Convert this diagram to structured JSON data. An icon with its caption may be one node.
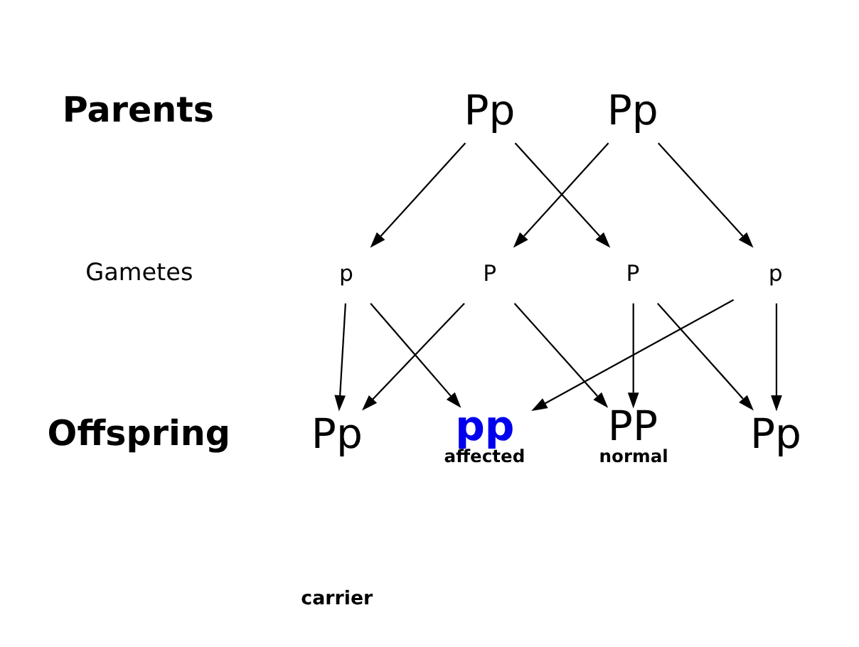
{
  "diagram": {
    "nodes": [
      {
        "text": [
          "Pp"
        ]
      },
      {
        "text": [
          "Pp"
        ]
      },
      {
        "text": [
          "P"
        ]
      },
      {
        "text": [
          "p"
        ]
      },
      {
        "text": [
          "P"
        ]
      },
      {
        "text": [
          "p"
        ]
      },
      {
        "text": [
          "PP"
        ],
        "beside": [
          "normal"
        ]
      },
      {
        "text": [
          "Pp"
        ]
      },
      {
        "text": [
          "Pp"
        ]
      },
      {
        "text": [
          "pp"
        ],
        "beside": [
          "affected"
        ]
      }
    ],
    "edges": [
      {
        "from": 0,
        "to": 2,
        "arrow": "to"
      },
      {
        "from": 0,
        "to": 3,
        "arrow": "to"
      },
      {
        "from": 1,
        "to": 4,
        "arrow": "to"
      },
      {
        "from": 1,
        "to": 5,
        "arrow": "to"
      },
      {
        "from": 2,
        "to": 6,
        "arrow": "to"
      },
      {
        "from": 2,
        "to": 7,
        "arrow": "to"
      },
      {
        "from": 3,
        "to": 8,
        "arrow": "to"
      },
      {
        "from": 3,
        "to": 9,
        "arrow": "to"
      },
      {
        "from": 4,
        "to": 6,
        "arrow": "to"
      },
      {
        "from": 4,
        "to": 8,
        "arrow": "to"
      },
      {
        "from": 5,
        "to": 7,
        "arrow": "to"
      },
      {
        "from": 5,
        "to": 9,
        "arrow": "to"
      }
    ],
    "labels": [
      "Parents",
      "Gametes",
      "Offspring",
      "carrier"
    ]
  }
}
